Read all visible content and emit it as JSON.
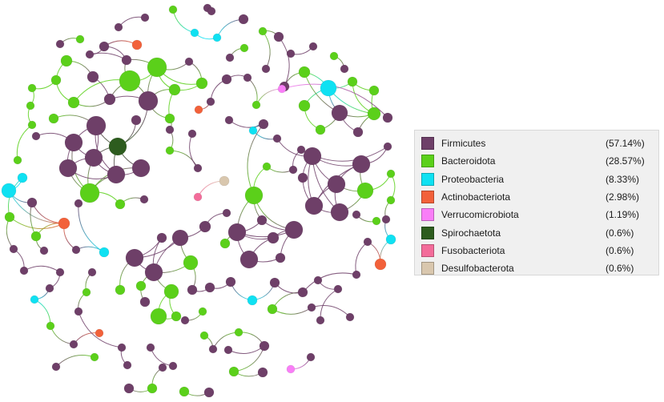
{
  "legend": {
    "items": [
      {
        "name": "Firmicutes",
        "percent": "(57.14%)",
        "color": "#6e3f68"
      },
      {
        "name": "Bacteroidota",
        "percent": "(28.57%)",
        "color": "#5bd01a"
      },
      {
        "name": "Proteobacteria",
        "percent": "(8.33%)",
        "color": "#0fe1f2"
      },
      {
        "name": "Actinobacteriota",
        "percent": "(2.98%)",
        "color": "#f2613a"
      },
      {
        "name": "Verrucomicrobiota",
        "percent": "(1.19%)",
        "color": "#f97ef7"
      },
      {
        "name": "Spirochaetota",
        "percent": "(0.6%)",
        "color": "#2d5c1e"
      },
      {
        "name": "Fusobacteriota",
        "percent": "(0.6%)",
        "color": "#f36c9a"
      },
      {
        "name": "Desulfobacterota",
        "percent": "(0.6%)",
        "color": "#d9c7ae"
      }
    ]
  }
}
